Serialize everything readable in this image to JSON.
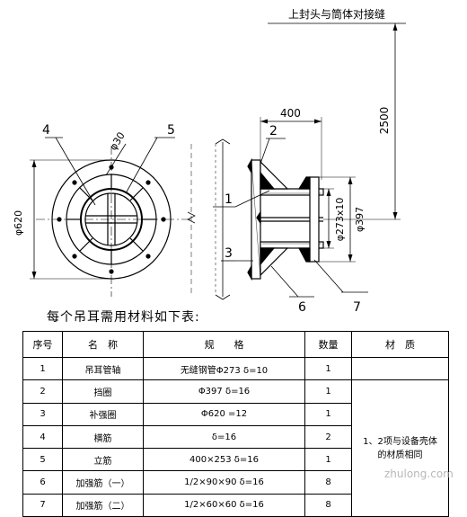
{
  "drawing": {
    "seam_label": "上封头与筒体对接缝",
    "dim_2500": "2500",
    "dim_400": "400",
    "dia_620": "φ620",
    "dia_30": "φ30",
    "dia_397": "φ397",
    "pipe_spec": "φ273x10",
    "callouts": [
      "1",
      "2",
      "3",
      "4",
      "5",
      "6",
      "7"
    ]
  },
  "caption": "每个吊耳需用材料如下表:",
  "table": {
    "headers": [
      "序号",
      "名　称",
      "规　　格",
      "数量",
      "材　质"
    ],
    "rows": [
      {
        "no": "1",
        "name": "吊耳管轴",
        "spec": "无缝钢管Φ273  δ=10",
        "qty": "1"
      },
      {
        "no": "2",
        "name": "挡圈",
        "spec": "Φ397  δ=16",
        "qty": "1"
      },
      {
        "no": "3",
        "name": "补强圈",
        "spec": "Φ620  =12",
        "qty": "1"
      },
      {
        "no": "4",
        "name": "横筋",
        "spec": "δ=16",
        "qty": "2"
      },
      {
        "no": "5",
        "name": "立筋",
        "spec": "400×253  δ=16",
        "qty": "1"
      },
      {
        "no": "6",
        "name": "加强筋（一）",
        "spec": "1/2×90×90   δ=16",
        "qty": "8"
      },
      {
        "no": "7",
        "name": "加强筋（二）",
        "spec": "1/2×60×60   δ=16",
        "qty": "8"
      }
    ],
    "material_note_line1": "1、2项与设备壳体",
    "material_note_line2": "的材质相同"
  },
  "watermark": "zhulong.com"
}
